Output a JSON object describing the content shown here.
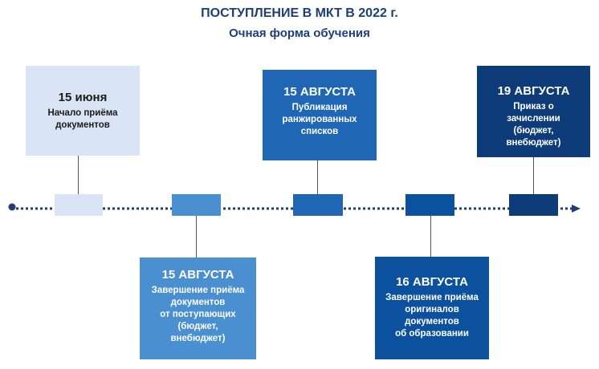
{
  "title": "ПОСТУПЛЕНИЕ В МКТ В 2022 г.",
  "subtitle": "Очная форма обучения",
  "events": [
    {
      "date": "15 июня",
      "text": "Начало приёма\nдокументов",
      "color": "#d9e5f4"
    },
    {
      "date": "15 АВГУСТА",
      "text": "Завершение приёма\nдокументов\nот поступающих\n(бюджет,\nвнебюджет)",
      "color": "#4a8fcf"
    },
    {
      "date": "15 АВГУСТА",
      "text": "Публикация\nранжированных\nсписков",
      "color": "#1f67b4"
    },
    {
      "date": "16 АВГУСТА",
      "text": "Завершение приёма\nоригиналов\nдокументов\nоб образовании",
      "color": "#0c519e"
    },
    {
      "date": "19 АВГУСТА",
      "text": "Приказ о\nзачислении\n(бюджет,\nвнебюджет)",
      "color": "#0d3c78"
    }
  ],
  "timeline_color": "#1d3e77"
}
